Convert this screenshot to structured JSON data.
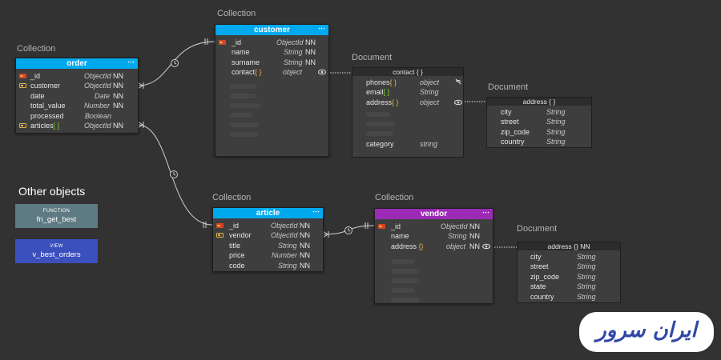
{
  "labels": {
    "collection": "Collection",
    "document": "Document",
    "other_objects": "Other objects"
  },
  "colors": {
    "background": "#323232",
    "collection_header": "#00a9ed",
    "vendor_header": "#9b2bb5",
    "function_box": "#5e7a82",
    "view_box": "#3b4fbd",
    "array_bracket": "#7fd12b",
    "object_bracket": "#e4b347",
    "primary_key": "#d4442a"
  },
  "order": {
    "title": "order",
    "fields": [
      {
        "name": "_id",
        "type": "ObjectId",
        "nn": "NN",
        "icon": "key-icon"
      },
      {
        "name": "customer",
        "type": "ObjectId",
        "nn": "NN",
        "icon": "foreign-key-icon"
      },
      {
        "name": "date",
        "type": "Date",
        "nn": "NN"
      },
      {
        "name": "total_value",
        "type": "Number",
        "nn": "NN"
      },
      {
        "name": "processed",
        "type": "Boolean",
        "nn": ""
      },
      {
        "name": "articles",
        "bracket": "[ ]",
        "type": "ObjectId",
        "nn": "NN",
        "icon": "foreign-key-icon"
      }
    ]
  },
  "customer": {
    "title": "customer",
    "fields": [
      {
        "name": "_id",
        "type": "ObjectId",
        "nn": "NN",
        "icon": "key-icon"
      },
      {
        "name": "name",
        "type": "String",
        "nn": "NN"
      },
      {
        "name": "surname",
        "type": "String",
        "nn": "NN"
      },
      {
        "name": "contact",
        "bracket": "{ }",
        "type": "object",
        "nn": ""
      }
    ]
  },
  "contact": {
    "title": "contact",
    "bracket": "{ }",
    "fields": [
      {
        "name": "phones",
        "bracket": "{ }",
        "type": "object"
      },
      {
        "name": "email",
        "bracket": "[ ]",
        "type": "String"
      },
      {
        "name": "address",
        "bracket": "{ }",
        "type": "object"
      }
    ],
    "last_field": {
      "name": "category",
      "type": "string"
    }
  },
  "contact_address": {
    "title": "address",
    "bracket": "{ }",
    "fields": [
      {
        "name": "city",
        "type": "String"
      },
      {
        "name": "street",
        "type": "String"
      },
      {
        "name": "zip_code",
        "type": "String"
      },
      {
        "name": "country",
        "type": "String"
      }
    ]
  },
  "article": {
    "title": "article",
    "fields": [
      {
        "name": "_id",
        "type": "ObjectId",
        "nn": "NN",
        "icon": "key-icon"
      },
      {
        "name": "vendor",
        "type": "ObjectId",
        "nn": "NN",
        "icon": "foreign-key-icon"
      },
      {
        "name": "title",
        "type": "String",
        "nn": "NN"
      },
      {
        "name": "price",
        "type": "Number",
        "nn": "NN"
      },
      {
        "name": "code",
        "type": "String",
        "nn": "NN"
      }
    ]
  },
  "vendor": {
    "title": "vendor",
    "fields": [
      {
        "name": "_id",
        "type": "ObjectId",
        "nn": "NN",
        "icon": "key-icon"
      },
      {
        "name": "name",
        "type": "String",
        "nn": "NN"
      },
      {
        "name": "address",
        "bracket": "{}",
        "type": "object",
        "nn": "NN"
      }
    ]
  },
  "vendor_address": {
    "title": "address",
    "bracket": "{}",
    "nn": "NN",
    "fields": [
      {
        "name": "city",
        "type": "String"
      },
      {
        "name": "street",
        "type": "String"
      },
      {
        "name": "zip_code",
        "type": "String"
      },
      {
        "name": "state",
        "type": "String"
      },
      {
        "name": "country",
        "type": "String"
      }
    ]
  },
  "function_box": {
    "kind": "FUNCTION",
    "name": "fn_get_best"
  },
  "view_box": {
    "kind": "VIEW",
    "name": "v_best_orders"
  },
  "menu_icon": "ellipsis-icon",
  "logo_text": "ایران سرور"
}
